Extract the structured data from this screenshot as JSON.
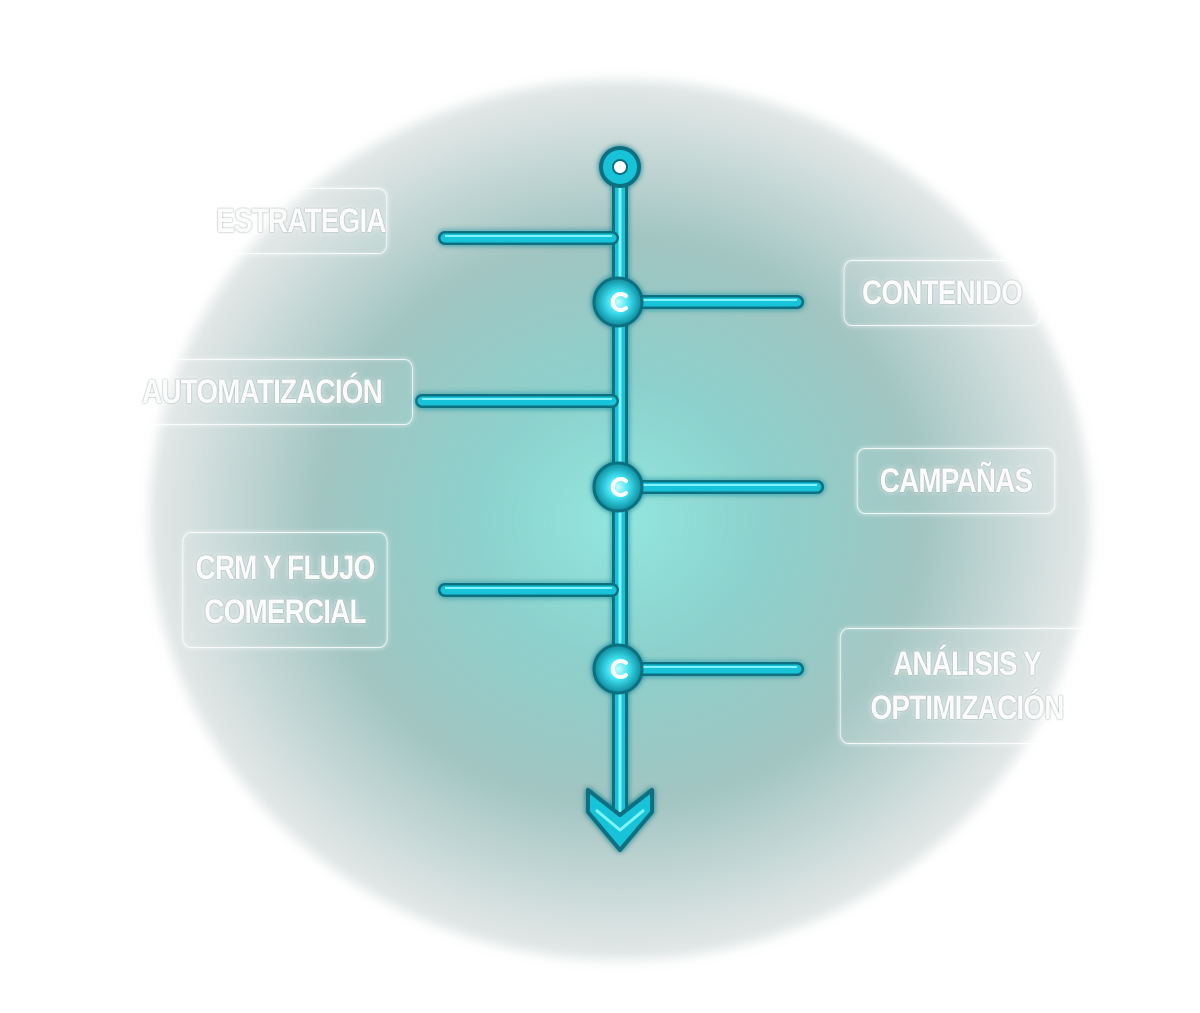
{
  "diagram": {
    "steps": [
      {
        "label": "ESTRATEGIA",
        "side": "left"
      },
      {
        "label": "CONTENIDO",
        "side": "right"
      },
      {
        "label": "AUTOMATIZACIÓN",
        "side": "left"
      },
      {
        "label": "CAMPAÑAS",
        "side": "right"
      },
      {
        "label": "CRM Y FLUJO\nCOMERCIAL",
        "side": "left"
      },
      {
        "label": "ANÁLISIS Y\nOPTIMIZACIÓN",
        "side": "right"
      }
    ],
    "colors": {
      "line": "#19c3d8",
      "line_dark": "#0a6f80",
      "line_highlight": "#7ff3ff",
      "glow": "#8fe6dd"
    }
  }
}
